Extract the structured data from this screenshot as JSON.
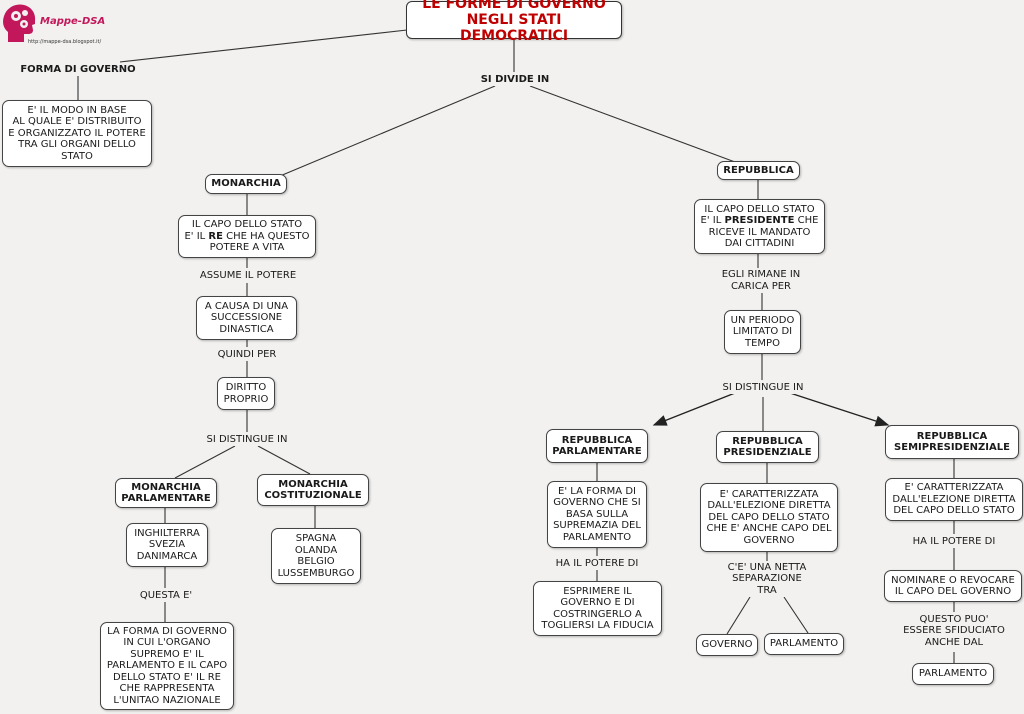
{
  "logo": {
    "name": "Mappe-DSA",
    "url": "http://mappe-dsa.blogspot.it/"
  },
  "title": "LE FORME DI GOVERNO\nNEGLI STATI DEMOCRATICI",
  "labels": {
    "forma": "FORMA DI GOVERNO",
    "si_divide": "SI DIVIDE IN",
    "assume": "ASSUME IL POTERE",
    "quindi": "QUINDI PER",
    "distingue_mon": "SI DISTINGUE IN",
    "questa": "QUESTA E'",
    "egli": "EGLI RIMANE IN\nCARICA PER",
    "distingue_rep": "SI DISTINGUE IN",
    "ha_potere_parl": "HA IL POTERE DI",
    "netta": "C'E' UNA NETTA\nSEPARAZIONE\nTRA",
    "ha_potere_semi": "HA IL POTERE DI",
    "sfiduciato": "QUESTO PUO'\nESSERE SFIDUCIATO\nANCHE DAL"
  },
  "boxes": {
    "definizione": "E' IL MODO IN BASE\nAL QUALE E' DISTRIBUITO\nE ORGANIZZATO IL POTERE\nTRA GLI ORGANI DELLO\nSTATO",
    "monarchia": "MONARCHIA",
    "capo_re_a": "IL CAPO DELLO STATO\nE' IL ",
    "capo_re_b": "RE",
    "capo_re_c": " CHE HA QUESTO\nPOTERE A VITA",
    "successione": "A CAUSA DI UNA\nSUCCESSIONE\nDINASTICA",
    "diritto": "DIRITTO\nPROPRIO",
    "mon_parl": "MONARCHIA\nPARLAMENTARE",
    "mon_cost": "MONARCHIA\nCOSTITUZIONALE",
    "paesi_parl": "INGHILTERRA\nSVEZIA\nDANIMARCA",
    "paesi_cost": "SPAGNA\nOLANDA\nBELGIO\nLUSSEMBURGO",
    "forma_parl": "LA FORMA DI GOVERNO\nIN CUI L'ORGANO\nSUPREMO E' IL\nPARLAMENTO E IL CAPO\nDELLO STATO E' IL RE\nCHE RAPPRESENTA\nL'UNITAO NAZIONALE",
    "repubblica": "REPUBBLICA",
    "presidente_a": "IL CAPO DELLO STATO\nE' IL ",
    "presidente_b": "PRESIDENTE",
    "presidente_c": " CHE\nRICEVE IL MANDATO\nDAI CITTADINI",
    "periodo": "UN PERIODO\nLIMITATO DI\nTEMPO",
    "rep_parl": "REPUBBLICA\nPARLAMENTARE",
    "rep_pres": "REPUBBLICA\nPRESIDENZIALE",
    "rep_semi": "REPUBBLICA\nSEMIPRESIDENZIALE",
    "parl_def": "E' LA FORMA DI\nGOVERNO CHE SI\nBASA SULLA\nSUPREMAZIA DEL\nPARLAMENTO",
    "parl_potere": "ESPRIMERE IL\nGOVERNO E DI\nCOSTRINGERLO A\nTOGLIERSI LA FIDUCIA",
    "pres_def": "E' CARATTERIZZATA\nDALL'ELEZIONE DIRETTA\nDEL CAPO DELLO STATO\nCHE E' ANCHE CAPO DEL\nGOVERNO",
    "governo": "GOVERNO",
    "parlamento_pres": "PARLAMENTO",
    "semi_def": "E' CARATTERIZZATA\nDALL'ELEZIONE DIRETTA\nDEL CAPO DELLO STATO",
    "semi_potere": "NOMINARE O REVOCARE\nIL CAPO DEL GOVERNO",
    "parlamento_semi": "PARLAMENTO"
  },
  "colors": {
    "title": "#c00000",
    "logo": "#c2185b",
    "background": "#f2f1ef"
  }
}
